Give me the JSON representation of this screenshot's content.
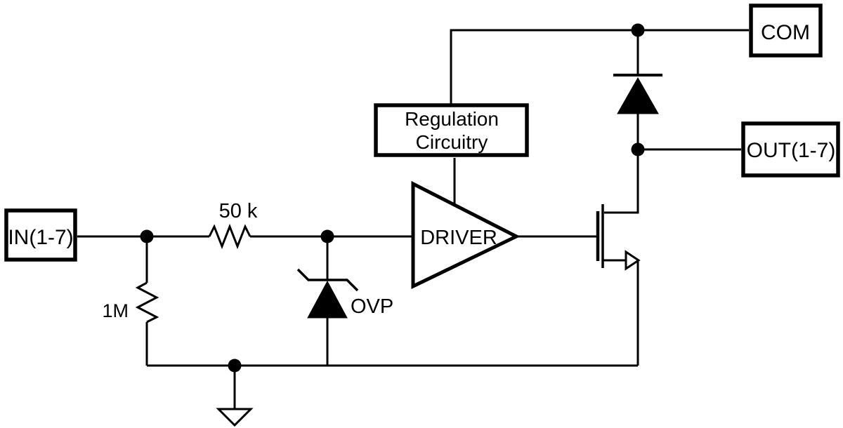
{
  "diagram": {
    "type": "circuit-schematic",
    "colors": {
      "line": "#000000",
      "background": "#ffffff"
    },
    "terminals": {
      "in": {
        "label": "IN(1-7)"
      },
      "com": {
        "label": "COM"
      },
      "out": {
        "label": "OUT(1-7)"
      }
    },
    "blocks": {
      "regulation": {
        "line1": "Regulation",
        "line2": "Circuitry"
      },
      "driver": {
        "label": "DRIVER"
      }
    },
    "components": {
      "series_resistor": {
        "label": "50 k"
      },
      "shunt_resistor": {
        "label": "1M"
      },
      "protection_diode": {
        "label": "OVP"
      }
    }
  }
}
